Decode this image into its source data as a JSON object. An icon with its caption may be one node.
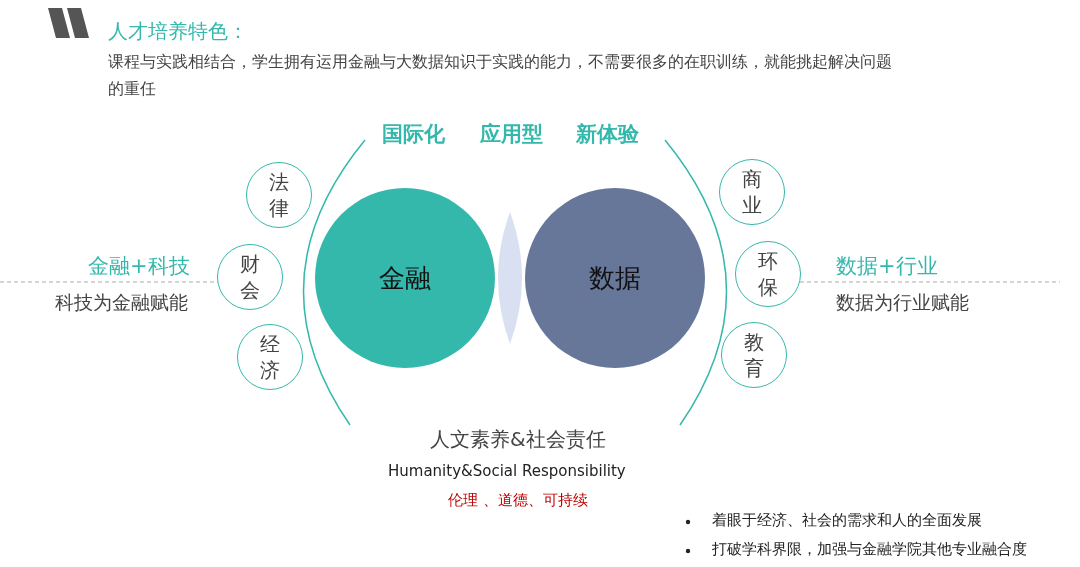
{
  "diagram": {
    "title": "人才培养特色：",
    "nodes": [
      {
        "text": [
          "法律"
        ]
      },
      {
        "text": [
          "财会"
        ]
      },
      {
        "text": [
          "经济"
        ]
      },
      {
        "text": [
          "金融"
        ]
      },
      {
        "text": [],
        "shape": "lens"
      },
      {
        "text": [
          "数据"
        ]
      },
      {
        "text": [
          "商业"
        ]
      },
      {
        "text": [
          "环保"
        ]
      },
      {
        "text": [
          "教育"
        ]
      }
    ],
    "edges": [],
    "labels": [
      "课程与实践相结合，学生拥有运用金融与大数据知识于实践的能力，不需要很多的在职训练，就能挑起解决问题的重任",
      "国际化",
      "应用型",
      "新体验",
      "金融+科技",
      "科技为金融赋能",
      "数据+行业",
      "数据为行业赋能",
      "人文素养&社会责任",
      "Humanity&Social Responsibility",
      "伦理 、道德、可持续",
      "着眼于经济、社会的需求和人的全面发展",
      "打破学科界限，加强与金融学院其他专业融合度"
    ]
  }
}
